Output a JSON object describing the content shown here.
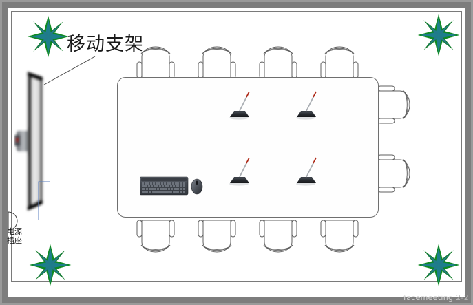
{
  "scene": {
    "kind": "conference-room-floor-plan",
    "watermark": "facemeeting",
    "watermark_page": "2-2"
  },
  "labels": {
    "mobile_stand": "移动支架",
    "power_socket_line1": "电源",
    "power_socket_line2": "插座"
  },
  "colors": {
    "wall_outer": "#9a9a9a",
    "wall_band": "#7d7d7d",
    "floor": "#ffffff",
    "outline": "#6f6f6f",
    "plant_green": "#0f8a21",
    "plant_teal": "#1d7e8c",
    "mic_body": "#2f3338",
    "mic_tip": "#b02a18",
    "keyboard": "#4a4f58",
    "wire_blue": "#5b7fbf",
    "watermark": "#d8d8d8"
  },
  "furniture": {
    "table": {
      "name": "conference-table",
      "shape": "rounded-rectangle"
    },
    "chairs_top_count": 4,
    "chairs_bottom_count": 4,
    "chairs_right_count": 2,
    "chairs_total": 10
  },
  "equipment": {
    "microphones_count": 4,
    "microphone_name": "gooseneck-conference-microphone",
    "keyboard_name": "keyboard",
    "mouse_name": "mouse",
    "display_name": "mobile-display-screen",
    "display_mount": "wall-bracket"
  },
  "plants": {
    "count": 4,
    "positions": [
      "top-left",
      "top-right",
      "bottom-left",
      "bottom-right"
    ]
  }
}
